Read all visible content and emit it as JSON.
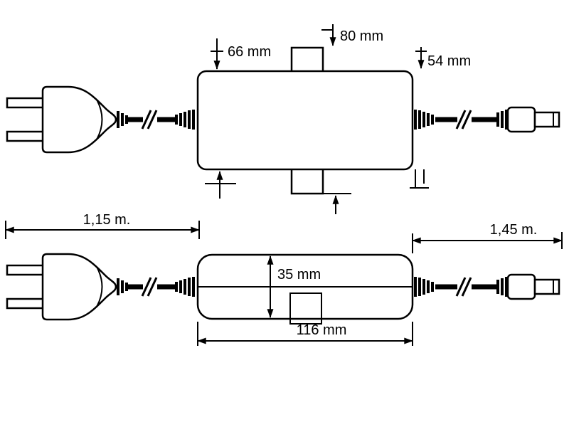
{
  "page": {
    "description": "Dimensional line drawing of an AC/DC power adapter with EU plug, adapter body with mounting tabs, and DC barrel connector, shown in two views with measurements",
    "background_color": "#ffffff",
    "line_color": "#000000"
  },
  "labels": {
    "dim66": "66 mm",
    "dim80": "80 mm",
    "dim54": "54 mm",
    "dim115": "1,15 m.",
    "dim145": "1,45 m.",
    "dim35": "35 mm",
    "dim116": "116 mm"
  }
}
